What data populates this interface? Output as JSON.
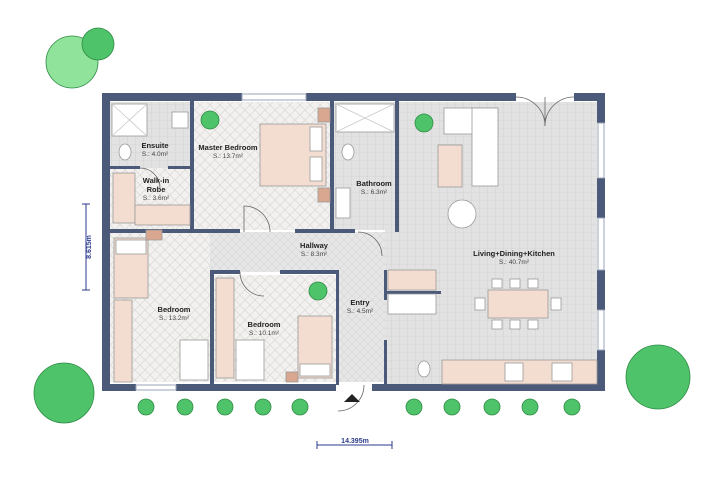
{
  "rooms": {
    "ensuite": {
      "name": "Ensuite",
      "area": "S.: 4.0m²"
    },
    "master_bedroom": {
      "name": "Master Bedroom",
      "area": "S.: 13.7m²"
    },
    "walk_in_robe": {
      "name_line1": "Walk-in",
      "name_line2": "Robe",
      "area": "S.: 3.6m²"
    },
    "bathroom": {
      "name": "Bathroom",
      "area": "S.: 6.3m²"
    },
    "hallway": {
      "name": "Hallway",
      "area": "S.: 8.3m²"
    },
    "living": {
      "name": "Living+Dining+Kitchen",
      "area": "S.: 40.7m²"
    },
    "entry": {
      "name": "Entry",
      "area": "S.: 4.5m²"
    },
    "bedroom_left": {
      "name": "Bedroom",
      "area": "S.: 13.2m²"
    },
    "bedroom_right": {
      "name": "Bedroom",
      "area": "S.: 10.1m²"
    }
  },
  "dimensions": {
    "height": "8.615m",
    "width": "14.395m"
  },
  "colors": {
    "wall": "#4a5a78",
    "floor_tile": "#dcdcdc",
    "floor_wood": "#f0efed",
    "wardrobe": "#f3ddd0",
    "dimension_line": "#2b3a8c",
    "plant": "#4fc36a"
  }
}
